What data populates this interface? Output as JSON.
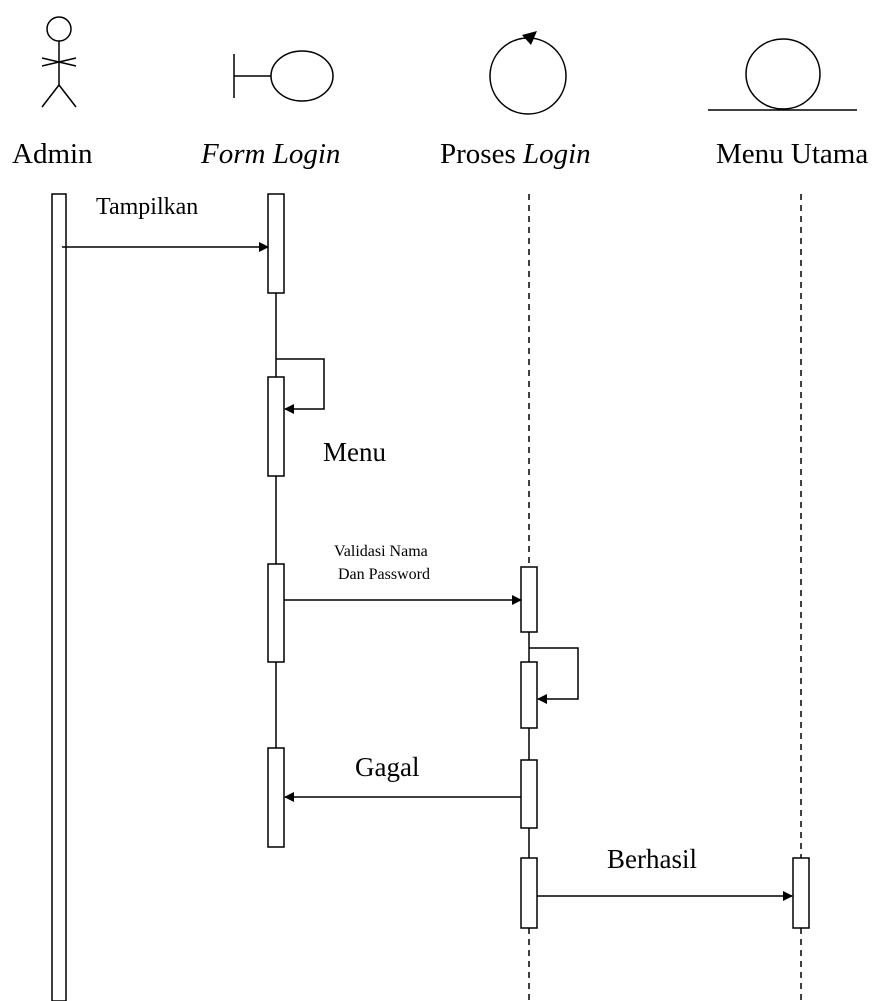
{
  "participants": [
    {
      "id": "admin",
      "kind": "actor",
      "label": "Admin",
      "italic": ""
    },
    {
      "id": "form-login",
      "kind": "boundary",
      "label": "",
      "italic": "Form Login"
    },
    {
      "id": "proses-login",
      "kind": "control",
      "label": "Proses ",
      "italic": "Login"
    },
    {
      "id": "menu-utama",
      "kind": "entity",
      "label": "Menu Utama",
      "italic": ""
    }
  ],
  "messages": {
    "tampilkan": "Tampilkan",
    "menu": "Menu",
    "validasi_line1": "Validasi Nama",
    "validasi_line2": "Dan Password",
    "gagal": "Gagal",
    "berhasil": "Berhasil"
  }
}
